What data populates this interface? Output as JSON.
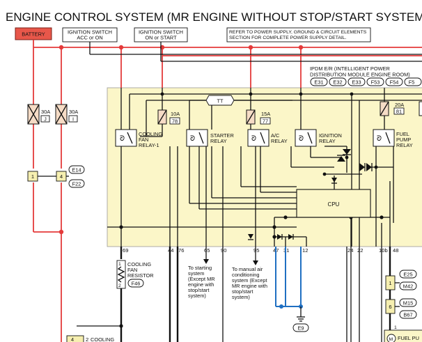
{
  "title": "ENGINE CONTROL SYSTEM (MR ENGINE WITHOUT STOP/START SYSTEM)",
  "battery_label": "BATTERY",
  "ign_acc_label": [
    "IGNITION SWITCH",
    "ACC or ON"
  ],
  "ign_on_label": [
    "IGNITION SWITCH",
    "ON or START"
  ],
  "refer_note": [
    "REFER TO POWER SUPPLY, GROUND & CIRCUIT ELEMENTS",
    "SECTION FOR COMPLETE POWER SUPPLY DETAIL."
  ],
  "ipdm_label": [
    "IPDM E/R (INTELLIGENT POWER",
    "DISTRIBUTION MODULE ENGINE ROOM)"
  ],
  "ipdm_connectors": [
    "E31",
    "E32",
    "E33",
    "F53",
    "F54",
    "F5"
  ],
  "fuses": [
    {
      "amp": "30A",
      "id": "J"
    },
    {
      "amp": "30A",
      "id": "I"
    },
    {
      "amp": "10A",
      "id": "78"
    },
    {
      "amp": "15A",
      "id": "77"
    },
    {
      "amp": "20A",
      "id": "81"
    }
  ],
  "tt_label": "TT",
  "relays": {
    "cooling_fan": [
      "COOLING",
      "FAN",
      "RELAY-1"
    ],
    "starter": [
      "STARTER",
      "RELAY"
    ],
    "ac": [
      "A/C",
      "RELAY"
    ],
    "ignition": [
      "IGNITION",
      "RELAY"
    ],
    "fuel_pump": [
      "FUEL",
      "PUMP",
      "RELAY"
    ]
  },
  "cpu_label": "CPU",
  "joint_connectors": {
    "pin1": "1",
    "pin4": "4",
    "tags": [
      "E14",
      "F22"
    ]
  },
  "terminal_pins": [
    "69",
    "44",
    "76",
    "65",
    "90",
    "95",
    "47",
    "31",
    "12",
    "24",
    "22",
    "10b",
    "48"
  ],
  "cooling_resistor": {
    "label": [
      "COOLING",
      "FAN",
      "RESISTOR"
    ],
    "tag": "F46",
    "pin1": "1",
    "pin2": "2"
  },
  "starting_note": [
    "To starting",
    "system",
    "(Except MR",
    "engine with",
    "stop/start",
    "system)"
  ],
  "ac_note": [
    "To manual air",
    "conditioning",
    "system (Except",
    "MR engine with",
    "stop/start",
    "system)"
  ],
  "ground_tag": "E9",
  "right_connectors": [
    {
      "pin": "1",
      "tag": "E25",
      "tag2": "M42"
    },
    {
      "pin": "6",
      "tag": "M15",
      "tag2": "B67"
    }
  ],
  "fuel_pump_partial": "FUEL PU",
  "bottom_partial": {
    "pin_a": "4",
    "pin_b": "2",
    "label": "COOLING"
  },
  "bottom_right_pin": "1",
  "colors": {
    "panel": "#fbf6c8",
    "power_wire": "#e43a3a",
    "ground_wire": "#1f6fc2",
    "battery_fill": "#e8574a"
  }
}
